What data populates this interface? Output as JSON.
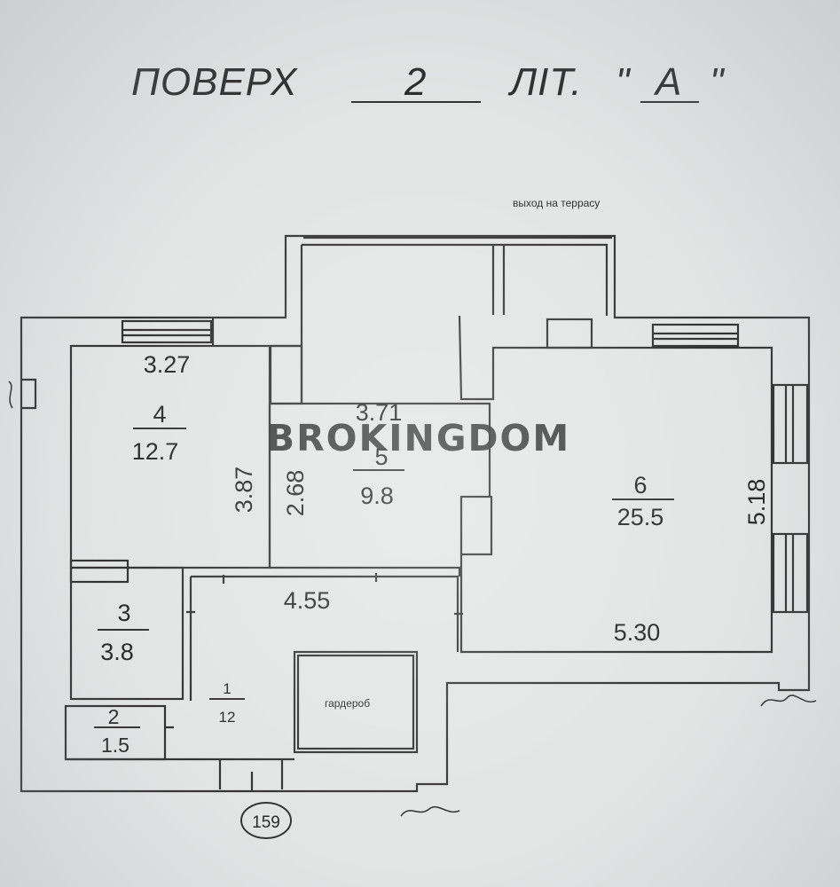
{
  "header": {
    "floor_label": "ПОВЕРХ",
    "floor_number": "2",
    "letter_label": "ЛІТ.",
    "letter_quote_open": "\"",
    "letter_value": "А",
    "letter_quote_close": "\""
  },
  "annotations": {
    "terrace_exit": "выход на террасу",
    "wardrobe": "гардероб",
    "watermark": "BROKINGDOM",
    "building_number": "159"
  },
  "rooms": [
    {
      "number": "4",
      "area": "12.7",
      "width": "3.27",
      "depth": "3.87"
    },
    {
      "number": "5",
      "area": "9.8",
      "width": "3.71",
      "depth": "2.68"
    },
    {
      "number": "6",
      "area": "25.5",
      "width": "5.30",
      "depth": "5.18"
    },
    {
      "number": "3",
      "area": "3.8"
    },
    {
      "number": "2",
      "area": "1.5"
    },
    {
      "number": "1",
      "area": "12",
      "width": "4.55"
    }
  ]
}
